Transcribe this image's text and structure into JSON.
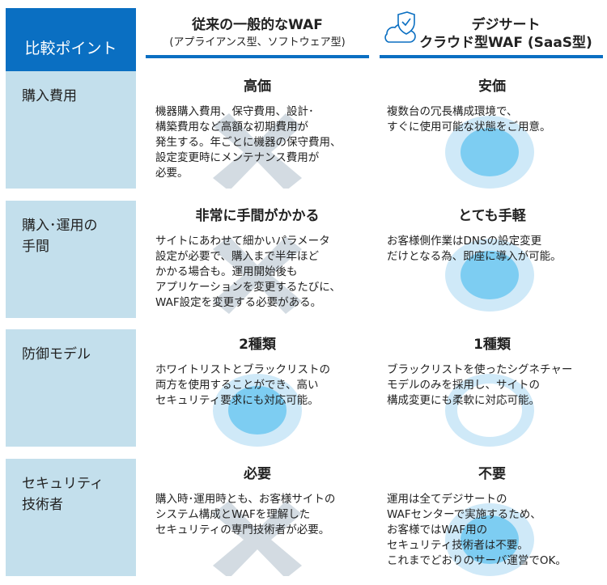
{
  "header": {
    "corner_label": "比較ポイント",
    "col1_title": "従来の一般的なWAF",
    "col1_sub": "(アプライアンス型、ソフトウェア型)",
    "col2_title_line1": "デジサート",
    "col2_title_line2": "クラウド型WAF (SaaS型)",
    "col2_icon": "cloud-shield-check-icon"
  },
  "colors": {
    "accent": "#0a6fc2",
    "label_bg": "#c3dfec",
    "circle_outer": "#cfe9f8",
    "circle_inner": "#7dcdf2",
    "cross": "#d3dbe2"
  },
  "rows": [
    {
      "label": "購入費用",
      "left": {
        "title": "高価",
        "mark": "cross",
        "body": "機器購入費用、保守費用、設計･\n構築費用など高額な初期費用が\n発生する。年ごとに機器の保守費用、\n設定変更時にメンテナンス費用が\n必要。"
      },
      "right": {
        "title": "安価",
        "mark": "double-circle",
        "body": "複数台の冗長構成環境で、\nすぐに使用可能な状態をご用意。"
      }
    },
    {
      "label": "購入･運用の\n手間",
      "left": {
        "title": "非常に手間がかかる",
        "mark": "cross",
        "body": "サイトにあわせて細かいパラメータ\n設定が必要で、購入まで半年ほど\nかかる場合も。運用開始後も\nアプリケーションを変更するたびに、\nWAF設定を変更する必要がある。"
      },
      "right": {
        "title": "とても手軽",
        "mark": "double-circle",
        "body": "お客様側作業はDNSの設定変更\nだけとなる為、即座に導入が可能。"
      }
    },
    {
      "label": "防御モデル",
      "left": {
        "title": "2種類",
        "mark": "double-circle",
        "body": "ホワイトリストとブラックリストの\n両方を使用することができ、高い\nセキュリティ要求にも対応可能。"
      },
      "right": {
        "title": "1種類",
        "mark": "circle",
        "body": "ブラックリストを使ったシグネチャー\nモデルのみを採用し、サイトの\n構成変更にも柔軟に対応可能。"
      }
    },
    {
      "label": "セキュリティ\n技術者",
      "left": {
        "title": "必要",
        "mark": "cross",
        "body": "購入時･運用時とも、お客様サイトの\nシステム構成とWAFを理解した\nセキュリティの専門技術者が必要。"
      },
      "right": {
        "title": "不要",
        "mark": "double-circle",
        "body": "運用は全てデジサートの\nWAFセンターで実施するため、\nお客様ではWAF用の\nセキュリティ技術者は不要。\nこれまでどおりのサーバ運営でOK。"
      }
    }
  ]
}
